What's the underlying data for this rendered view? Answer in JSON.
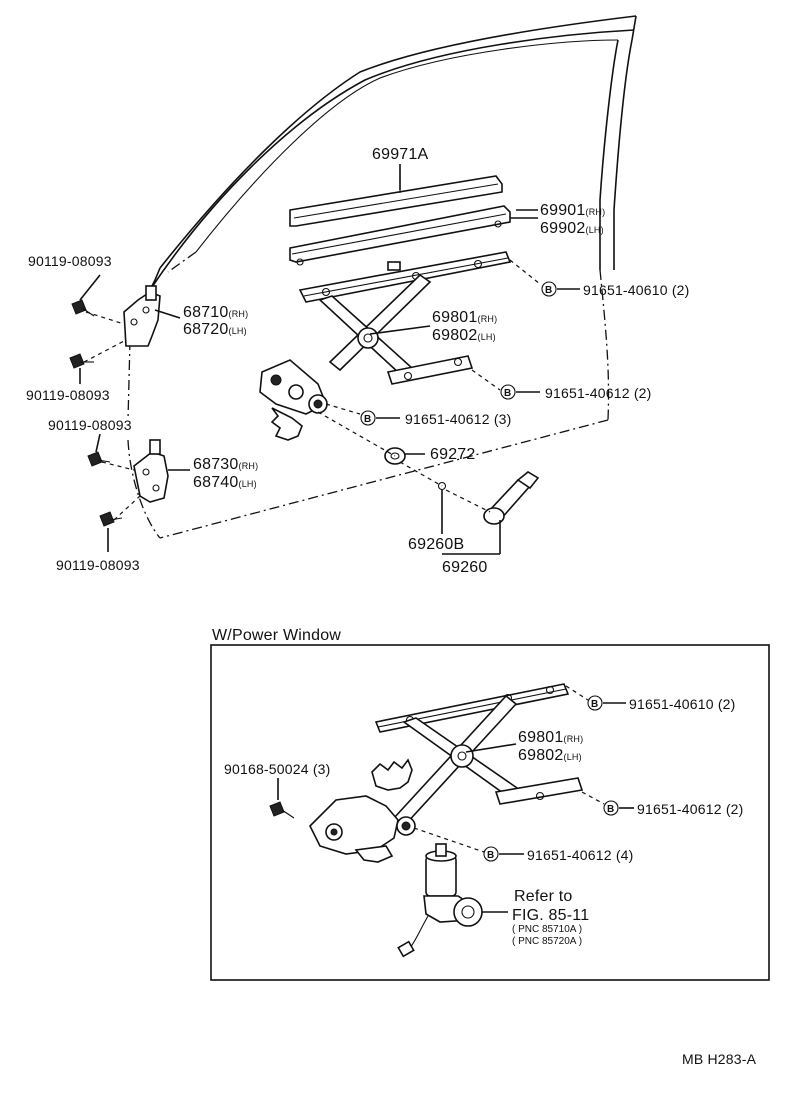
{
  "labels": {
    "p69971A": "69971A",
    "p69901": "69901",
    "p69901_suffix": "(RH)",
    "p69902": "69902",
    "p69902_suffix": "(LH)",
    "b91651_40610": "91651-40610 (2)",
    "p69801": "69801",
    "p69801_suffix": "(RH)",
    "p69802": "69802",
    "p69802_suffix": "(LH)",
    "b91651_40612_2": "91651-40612 (2)",
    "b91651_40612_3": "91651-40612 (3)",
    "p69272": "69272",
    "p69260B": "69260B",
    "p69260": "69260",
    "bolt_top1": "90119-08093",
    "bolt_top2": "90119-08093",
    "bolt_bot1": "90119-08093",
    "bolt_bot2": "90119-08093",
    "p68710": "68710",
    "p68710_suffix": "(RH)",
    "p68720": "68720",
    "p68720_suffix": "(LH)",
    "p68730": "68730",
    "p68730_suffix": "(RH)",
    "p68740": "68740",
    "p68740_suffix": "(LH)"
  },
  "power_window": {
    "title": "W/Power Window",
    "b91651_40610": "91651-40610 (2)",
    "p69801": "69801",
    "p69801_suffix": "(RH)",
    "p69802": "69802",
    "p69802_suffix": "(LH)",
    "screw": "90168-50024 (3)",
    "b91651_40612_2": "91651-40612 (2)",
    "b91651_40612_4": "91651-40612 (4)",
    "refer_line1": "Refer to",
    "refer_line2": "FIG. 85-11",
    "pnc1": "( PNC 85710A )",
    "pnc2": "( PNC 85720A )"
  },
  "b_marker": "B",
  "footer_code": "MB H283-A"
}
